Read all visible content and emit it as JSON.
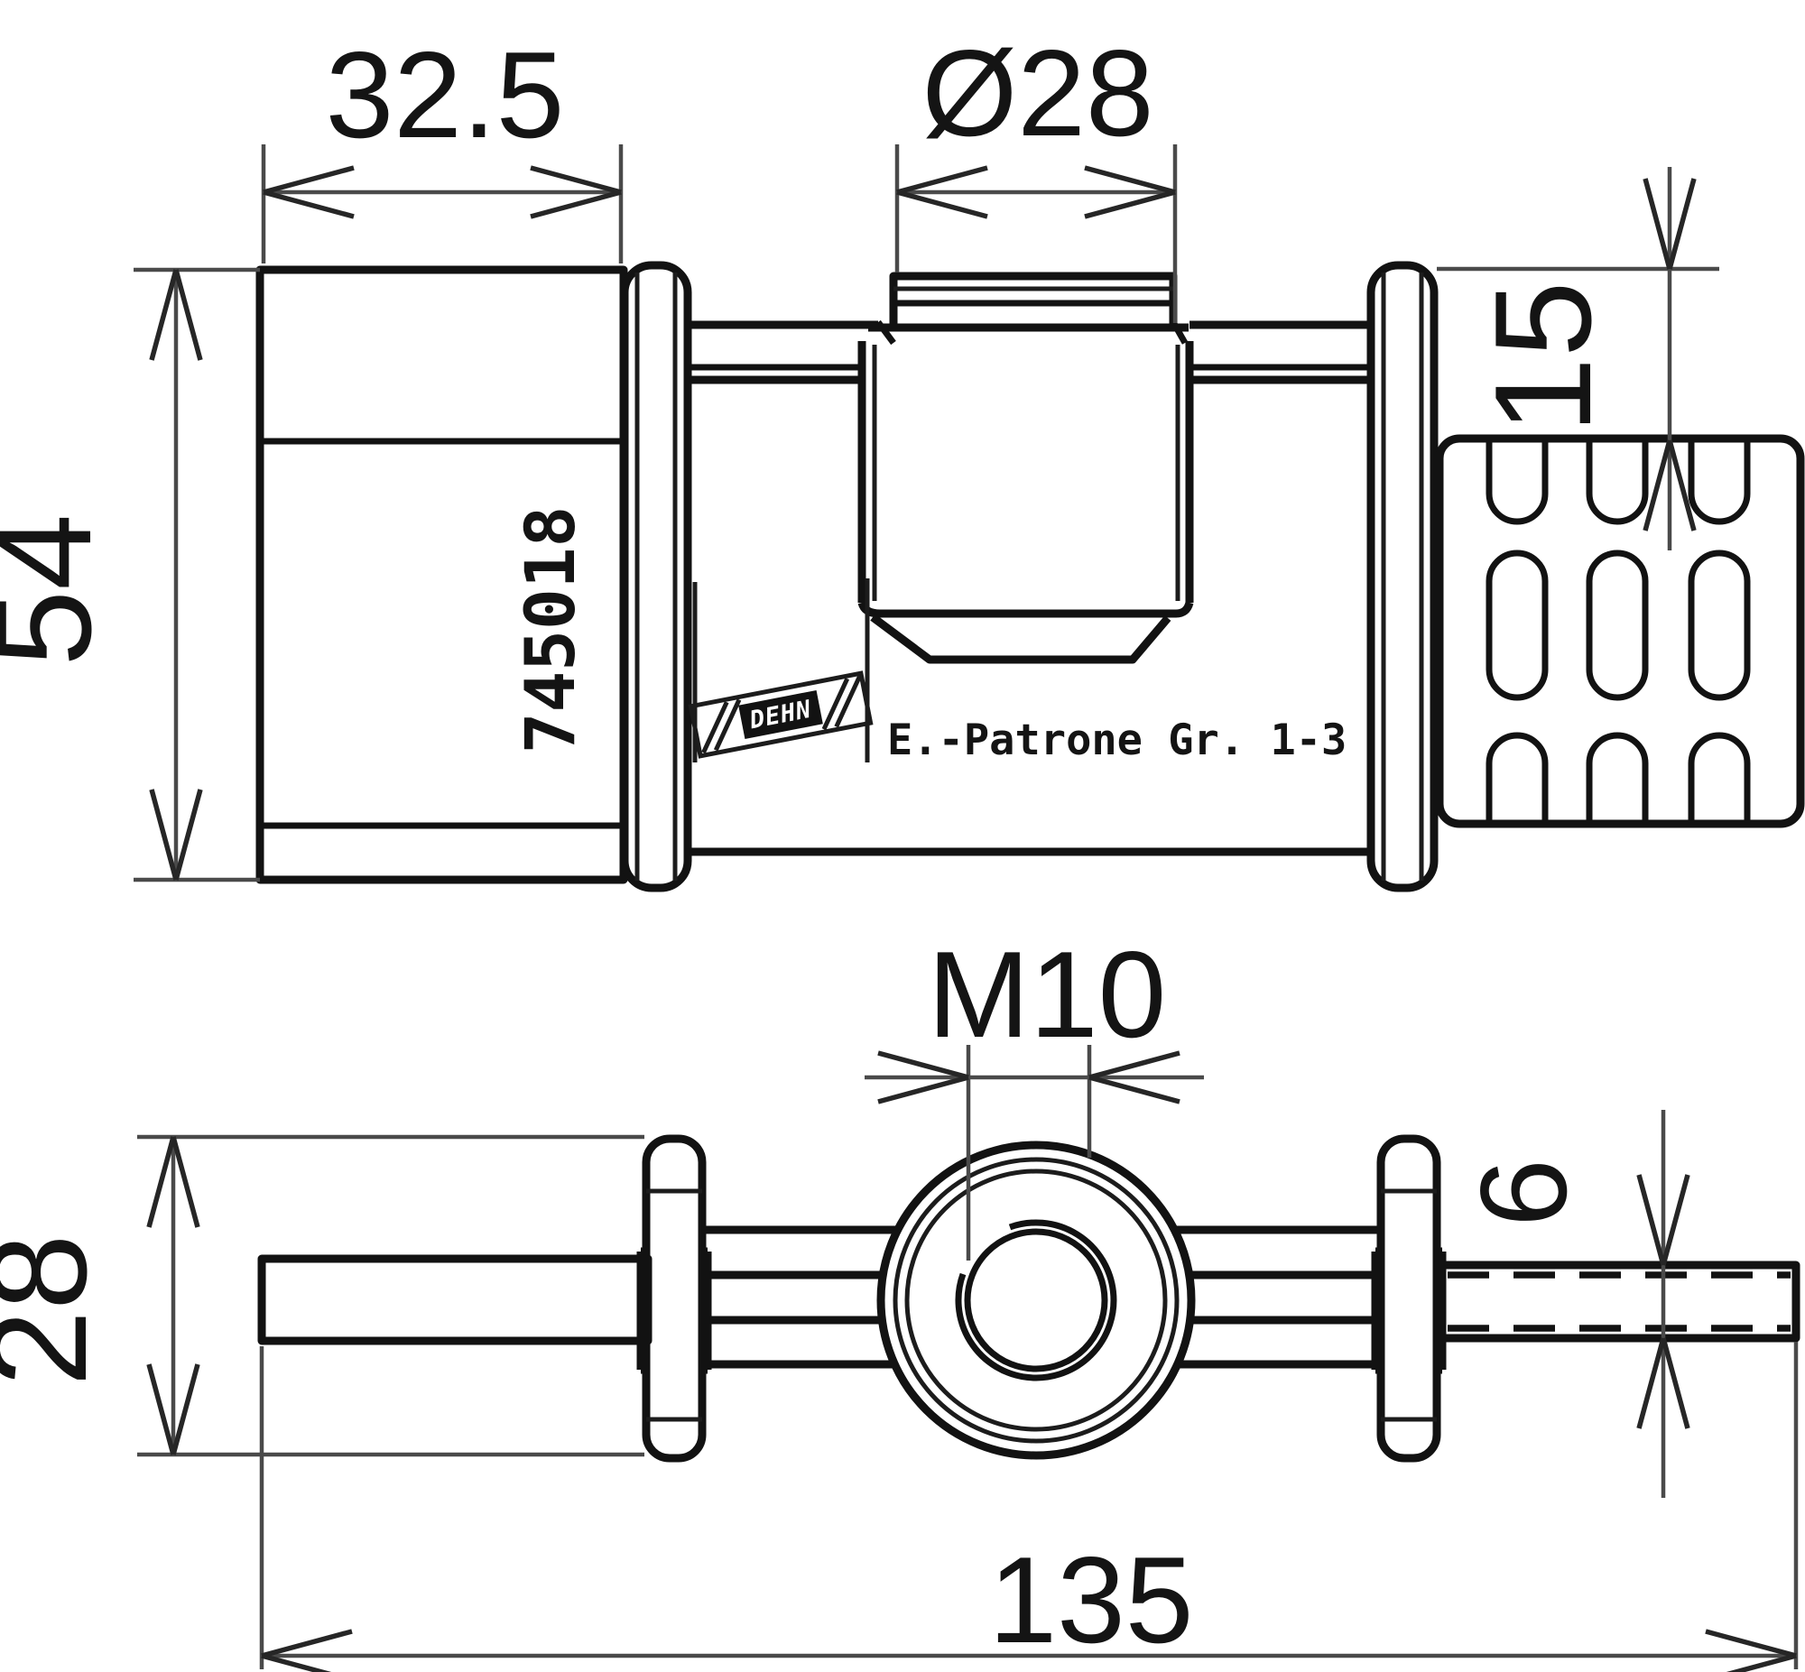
{
  "drawing": {
    "labels": {
      "article_number": "745018",
      "product_label": "E.-Patrone Gr. 1-3",
      "logo": "DEHN"
    },
    "dimensions": {
      "clamp_width": "32.5",
      "cartridge_diameter": "Ø28",
      "body_height": "54",
      "plate_top_offset": "15",
      "thread_size": "M10",
      "clamp_depth": "28",
      "bar_thickness": "6",
      "overall_length": "135"
    },
    "style": {
      "line_color": "#121212",
      "dimension_line_color": "#4a4a4a",
      "background": "#ffffff"
    }
  }
}
